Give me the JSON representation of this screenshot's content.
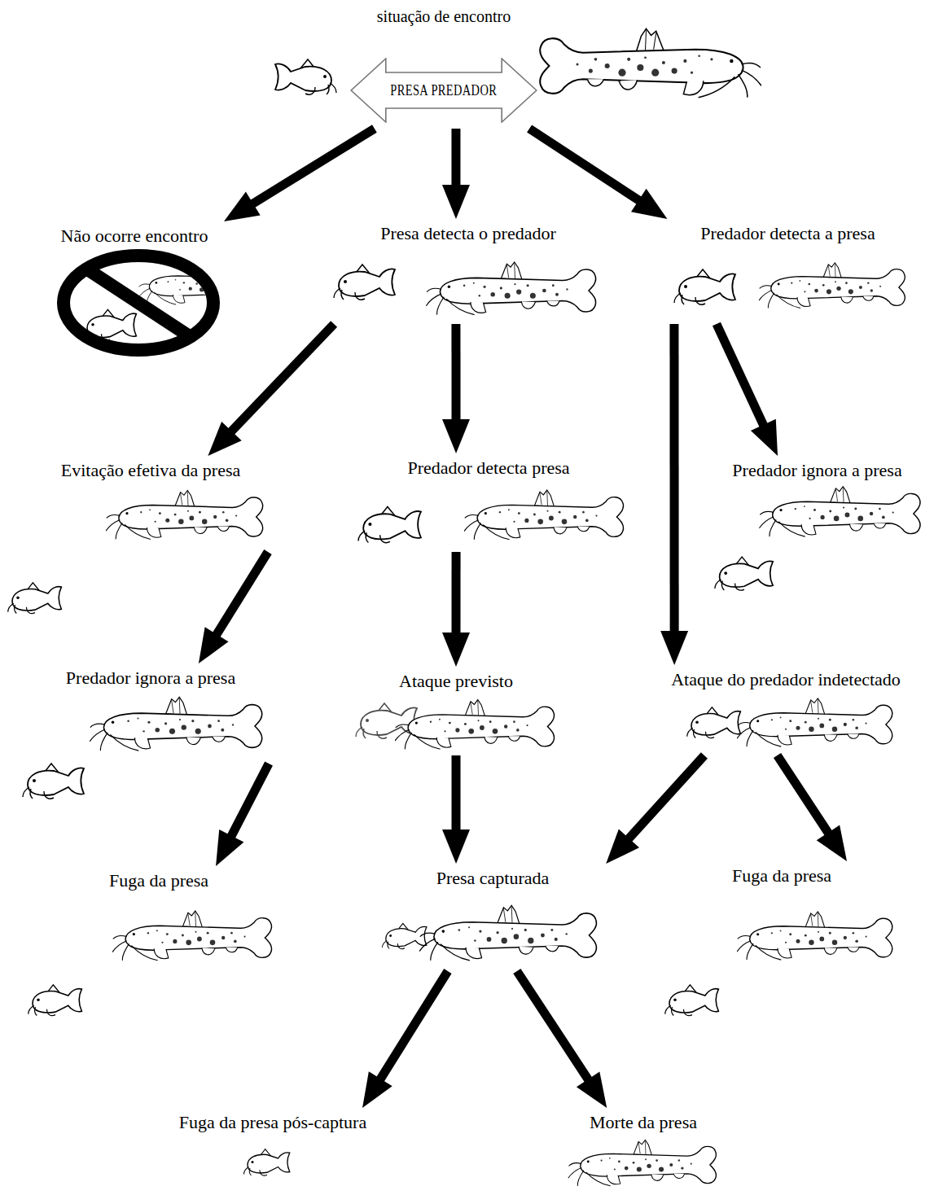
{
  "diagram": {
    "nodes": [
      {
        "text": [
          "situação de encontro",
          "PRESA PREDADOR"
        ]
      },
      {
        "text": [
          "Não ocorre encontro"
        ]
      },
      {
        "text": [
          "Presa detecta o predador"
        ]
      },
      {
        "text": [
          "Predador detecta a presa"
        ]
      },
      {
        "text": [
          "Evitação efetiva da presa"
        ]
      },
      {
        "text": [
          "Predador detecta presa"
        ]
      },
      {
        "text": [
          "Predador ignora a presa"
        ]
      },
      {
        "text": [
          "Predador ignora a presa"
        ]
      },
      {
        "text": [
          "Ataque previsto"
        ]
      },
      {
        "text": [
          "Ataque do predador indetectado"
        ]
      },
      {
        "text": [
          "Fuga da presa"
        ]
      },
      {
        "text": [
          "Presa capturada"
        ]
      },
      {
        "text": [
          "Fuga da presa"
        ]
      },
      {
        "text": [
          "Fuga da presa pós-captura"
        ]
      },
      {
        "text": [
          "Morte da presa"
        ]
      }
    ],
    "edges": [
      {
        "from": 0,
        "to": 1,
        "arrow": "to"
      },
      {
        "from": 0,
        "to": 2,
        "arrow": "to"
      },
      {
        "from": 0,
        "to": 3,
        "arrow": "to"
      },
      {
        "from": 2,
        "to": 4,
        "arrow": "to"
      },
      {
        "from": 2,
        "to": 5,
        "arrow": "to"
      },
      {
        "from": 3,
        "to": 9,
        "arrow": "to"
      },
      {
        "from": 3,
        "to": 6,
        "arrow": "to"
      },
      {
        "from": 4,
        "to": 7,
        "arrow": "to"
      },
      {
        "from": 5,
        "to": 8,
        "arrow": "to"
      },
      {
        "from": 7,
        "to": 10,
        "arrow": "to"
      },
      {
        "from": 8,
        "to": 11,
        "arrow": "to"
      },
      {
        "from": 9,
        "to": 11,
        "arrow": "to"
      },
      {
        "from": 9,
        "to": 12,
        "arrow": "to"
      },
      {
        "from": 11,
        "to": 13,
        "arrow": "to"
      },
      {
        "from": 11,
        "to": 14,
        "arrow": "to"
      }
    ]
  }
}
